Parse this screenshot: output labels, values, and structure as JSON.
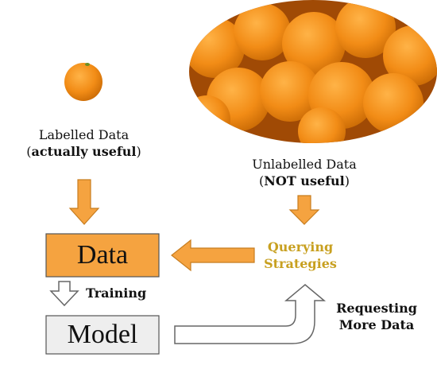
{
  "labelled": {
    "line1": "Labelled Data",
    "paren_open": "(",
    "emph": "actually useful",
    "paren_close": ")"
  },
  "unlabelled": {
    "line1": "Unlabelled Data",
    "paren_open": "(",
    "emph": "NOT useful",
    "paren_close": ")"
  },
  "boxes": {
    "data": "Data",
    "model": "Model"
  },
  "querying": {
    "line1": "Querying",
    "line2": "Strategies"
  },
  "edges": {
    "training": "Training",
    "requesting_line1": "Requesting",
    "requesting_line2": "More Data"
  },
  "colors": {
    "orange": "#f5a340",
    "orange_stroke": "#c77d1f",
    "gray_fill": "#eeeeee",
    "gray_stroke": "#555555",
    "query_text": "#c8a020"
  }
}
